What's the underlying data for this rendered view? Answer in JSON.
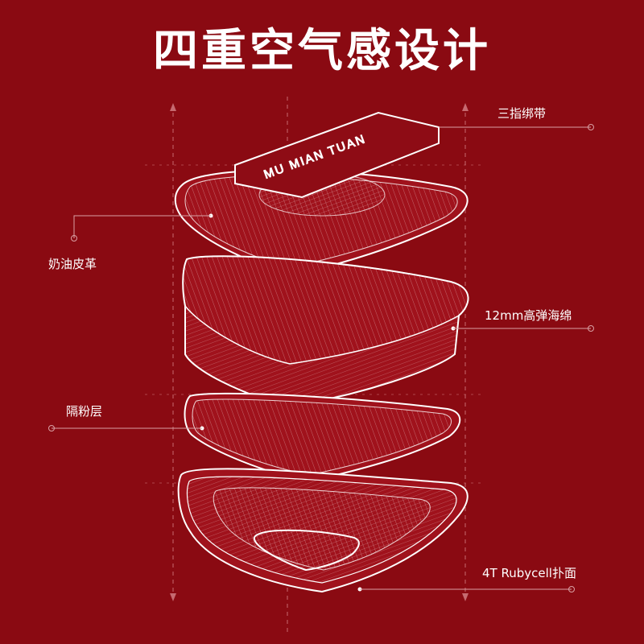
{
  "title": "四重空气感设计",
  "band_text": "MU MIAN TUAN",
  "layers": {
    "straps": "三指绑带",
    "leather": "奶油皮革",
    "sponge": "12mm高弹海绵",
    "powder_barrier": "隔粉层",
    "surface": "4T Rubycell扑面"
  },
  "colors": {
    "background": "#8a0a12",
    "line": "#ffffff",
    "guide": "#c66a70"
  }
}
